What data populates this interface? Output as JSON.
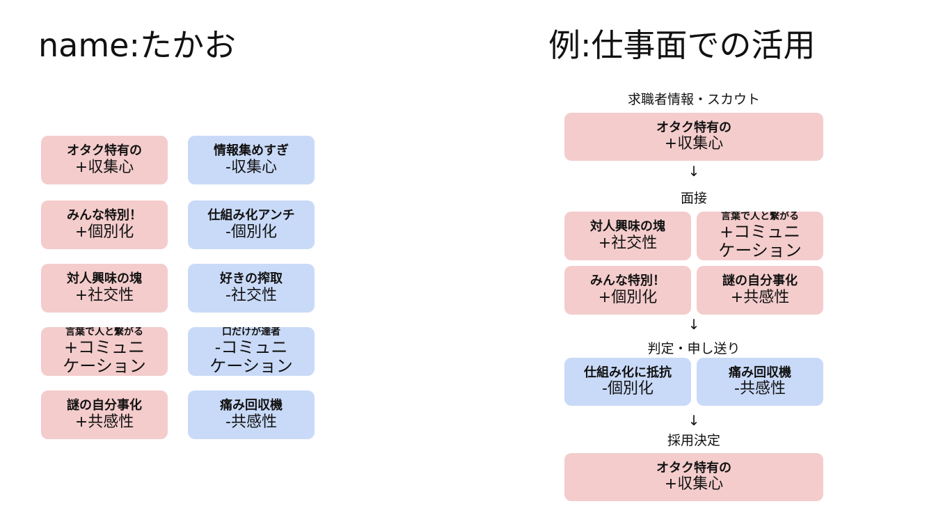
{
  "left": {
    "title": "name:たかお",
    "cards": [
      {
        "head": "オタク特有の",
        "val": "+収集心",
        "color": "pink"
      },
      {
        "head": "情報集めすぎ",
        "val": "-収集心",
        "color": "blue"
      },
      {
        "head": "みんな特別！",
        "val": "+個別化",
        "color": "pink"
      },
      {
        "head": "仕組み化アンチ",
        "val": "-個別化",
        "color": "blue"
      },
      {
        "head": "対人興味の塊",
        "val": "+社交性",
        "color": "pink"
      },
      {
        "head": "好きの搾取",
        "val": "-社交性",
        "color": "blue"
      },
      {
        "head": "言葉で人と繋がる",
        "val": "+コミュニケーション",
        "val_line1": "+コミュニ",
        "val_line2": "ケーション",
        "color": "pink"
      },
      {
        "head": "口だけが達者",
        "val": "-コミュニケーション",
        "val_line1": "-コミュニ",
        "val_line2": "ケーション",
        "color": "blue"
      },
      {
        "head": "謎の自分事化",
        "val": "+共感性",
        "color": "pink"
      },
      {
        "head": "痛み回収機",
        "val": "-共感性",
        "color": "blue"
      }
    ]
  },
  "right": {
    "title": "例:仕事面での活用",
    "arrow": "↓",
    "stages": [
      {
        "label": "求職者情報・スカウト"
      },
      {
        "label": "面接"
      },
      {
        "label": "判定・申し送り"
      },
      {
        "label": "採用決定"
      }
    ],
    "cards": {
      "scout": {
        "head": "オタク特有の",
        "val": "+収集心"
      },
      "interview": [
        {
          "head": "対人興味の塊",
          "val": "+社交性"
        },
        {
          "head": "言葉で人と繋がる",
          "val_line1": "+コミュニ",
          "val_line2": "ケーション"
        },
        {
          "head": "みんな特別！",
          "val": "+個別化"
        },
        {
          "head": "謎の自分事化",
          "val": "+共感性"
        }
      ],
      "judgement": [
        {
          "head": "仕組み化に抵抗",
          "val": "-個別化"
        },
        {
          "head": "痛み回収機",
          "val": "-共感性"
        }
      ],
      "hire": {
        "head": "オタク特有の",
        "val": "+収集心"
      }
    }
  }
}
